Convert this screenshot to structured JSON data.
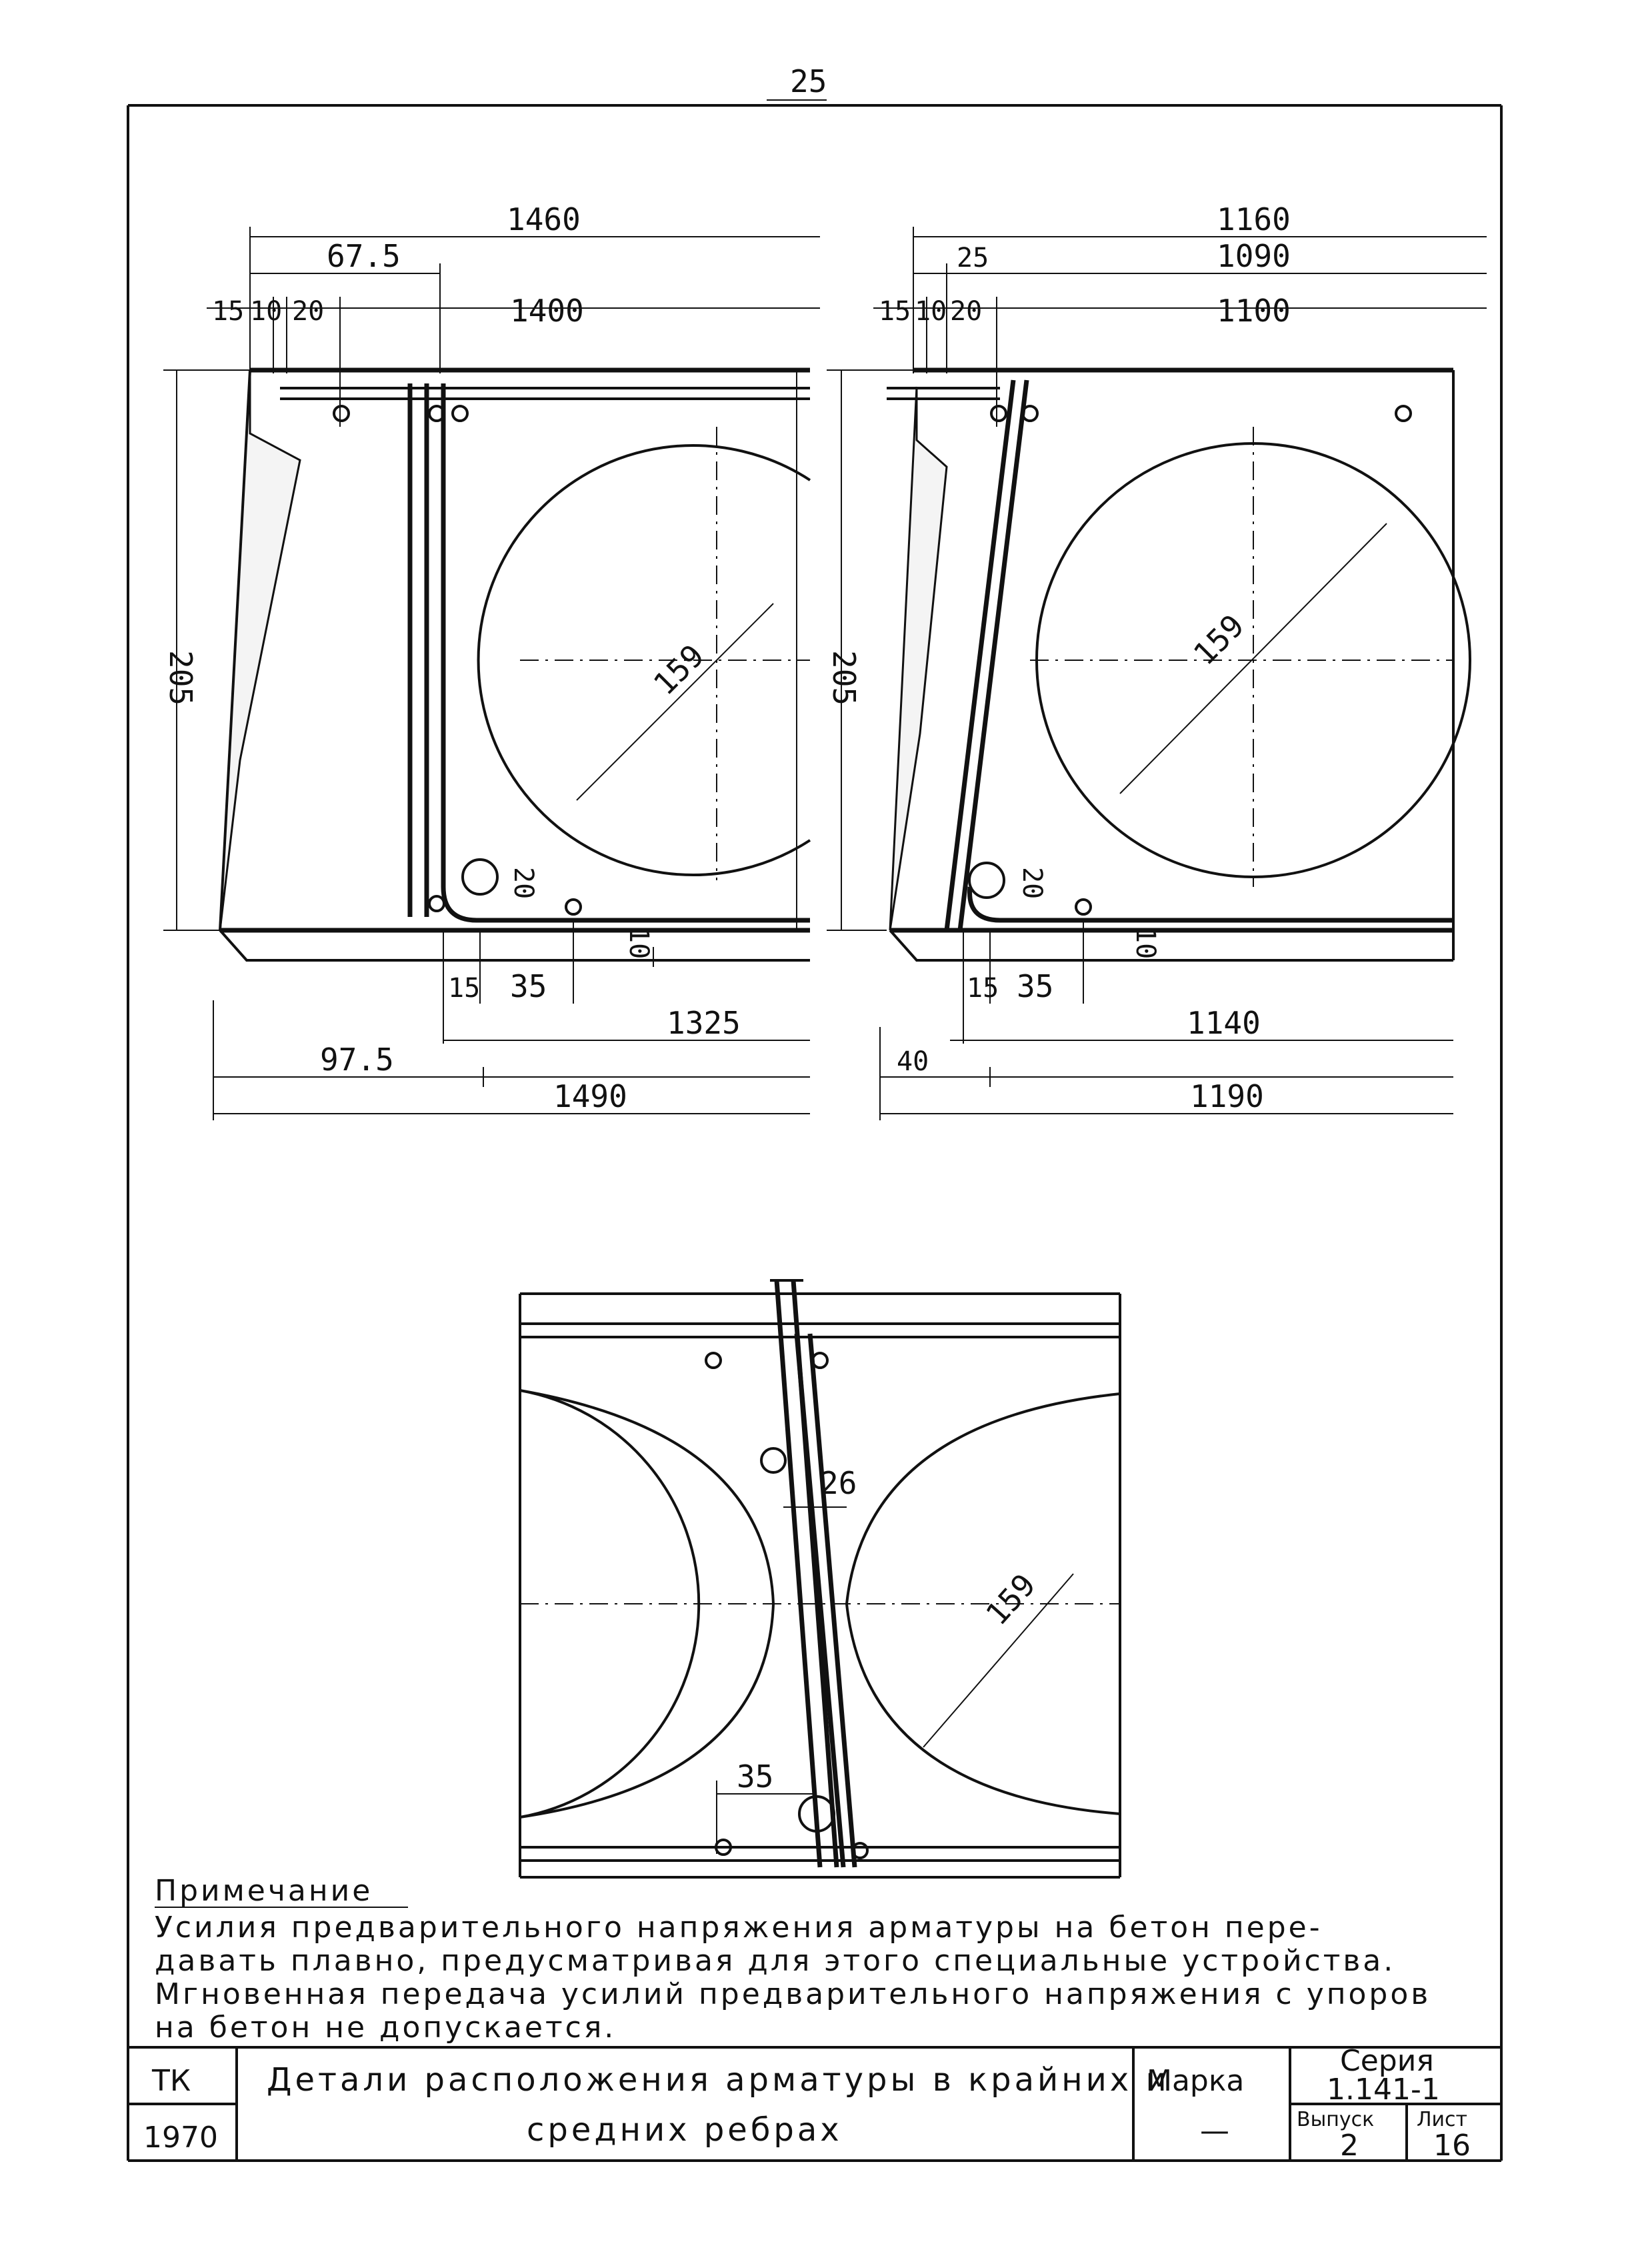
{
  "page_number": "25",
  "drawing_left": {
    "dims_top": [
      "1460",
      "67.5",
      "15",
      "10",
      "20",
      "1400"
    ],
    "dim_height": "205",
    "dim_diameter": "159",
    "dim_hole": "20",
    "dim_rib": "10",
    "dims_bottom": [
      "15",
      "35",
      "1325",
      "97.5",
      "1490"
    ]
  },
  "drawing_right": {
    "dims_top": [
      "1160",
      "25",
      "1090",
      "15",
      "10",
      "20",
      "1100"
    ],
    "dim_height": "205",
    "dim_diameter": "159",
    "dim_hole": "20",
    "dim_rib": "10",
    "dims_bottom": [
      "15",
      "35",
      "1140",
      "40",
      "1190"
    ]
  },
  "drawing_center": {
    "dim_gap": "26",
    "dim_diameter": "159",
    "dim_spacing": "35"
  },
  "note": {
    "heading": "Примечание",
    "lines": [
      "Усилия предварительного напряжения арматуры на бетон пере-",
      "давать плавно, предусматривая для этого специальные устройства.",
      "Мгновенная передача усилий предварительного напряжения с упоров",
      "на бетон не допускается."
    ]
  },
  "title_block": {
    "org": "ТК",
    "year": "1970",
    "title_line1": "Детали расположения арматуры в крайних и",
    "title_line2": "средних ребрах",
    "marka_label": "Марка",
    "marka_value": "—",
    "series_label": "Серия",
    "series_value": "1.141-1",
    "issue_label": "Выпуск",
    "issue_value": "2",
    "sheet_label": "Лист",
    "sheet_value": "16"
  }
}
